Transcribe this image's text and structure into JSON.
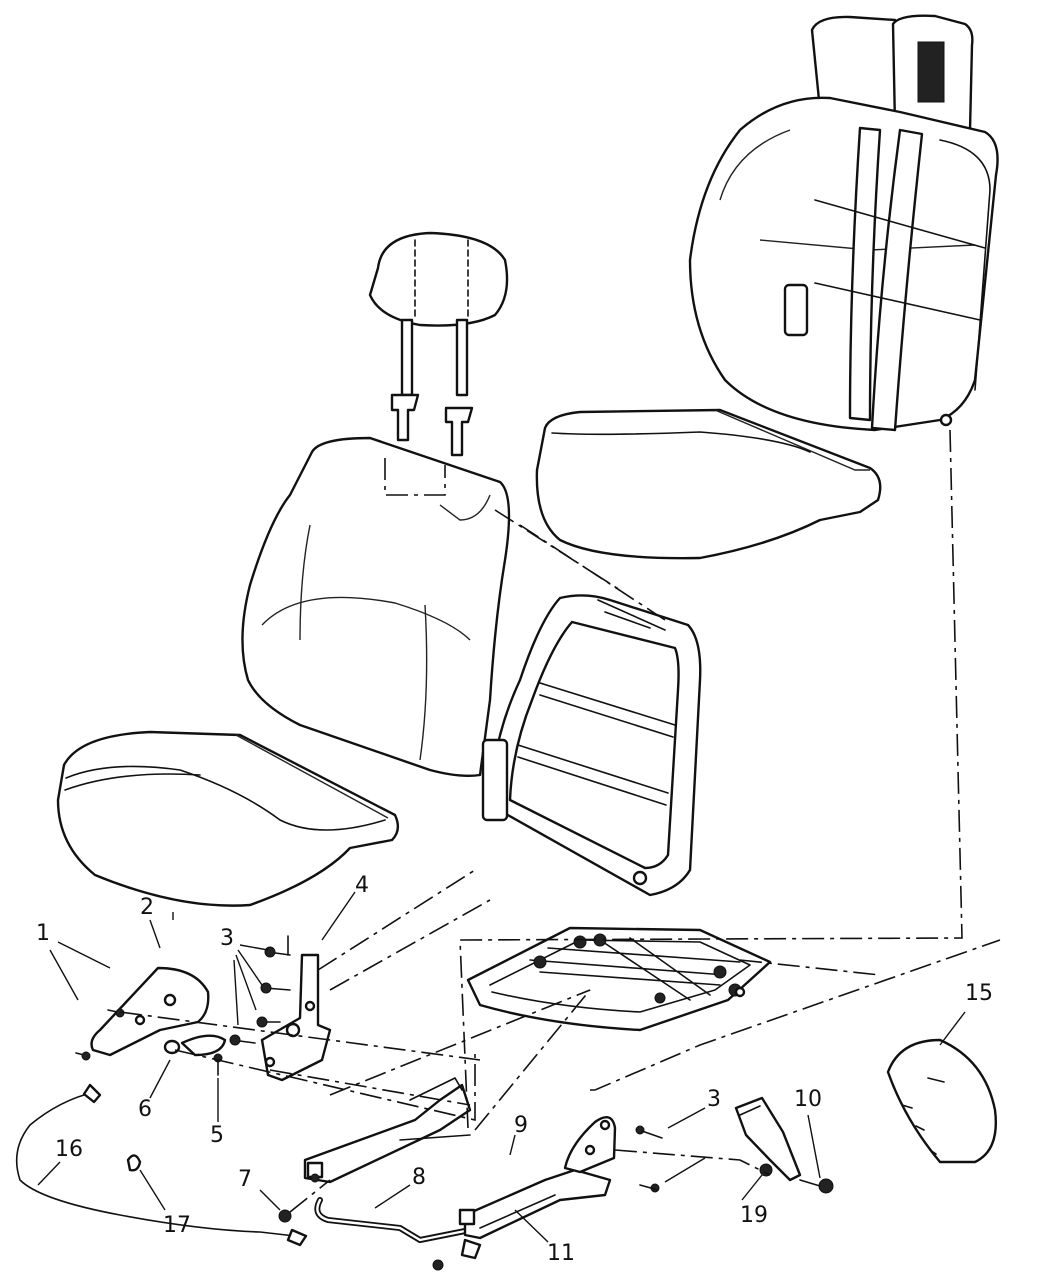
{
  "callouts": {
    "c1": "1",
    "c2": "2",
    "c3a": "3",
    "c4": "4",
    "c5": "5",
    "c6": "6",
    "c7": "7",
    "c8": "8",
    "c9": "9",
    "c3b": "3",
    "c10": "10",
    "c11": "11",
    "c15": "15",
    "c16": "16",
    "c17": "17",
    "c19": "19"
  },
  "colors": {
    "line": "#111111",
    "background": "#ffffff"
  }
}
